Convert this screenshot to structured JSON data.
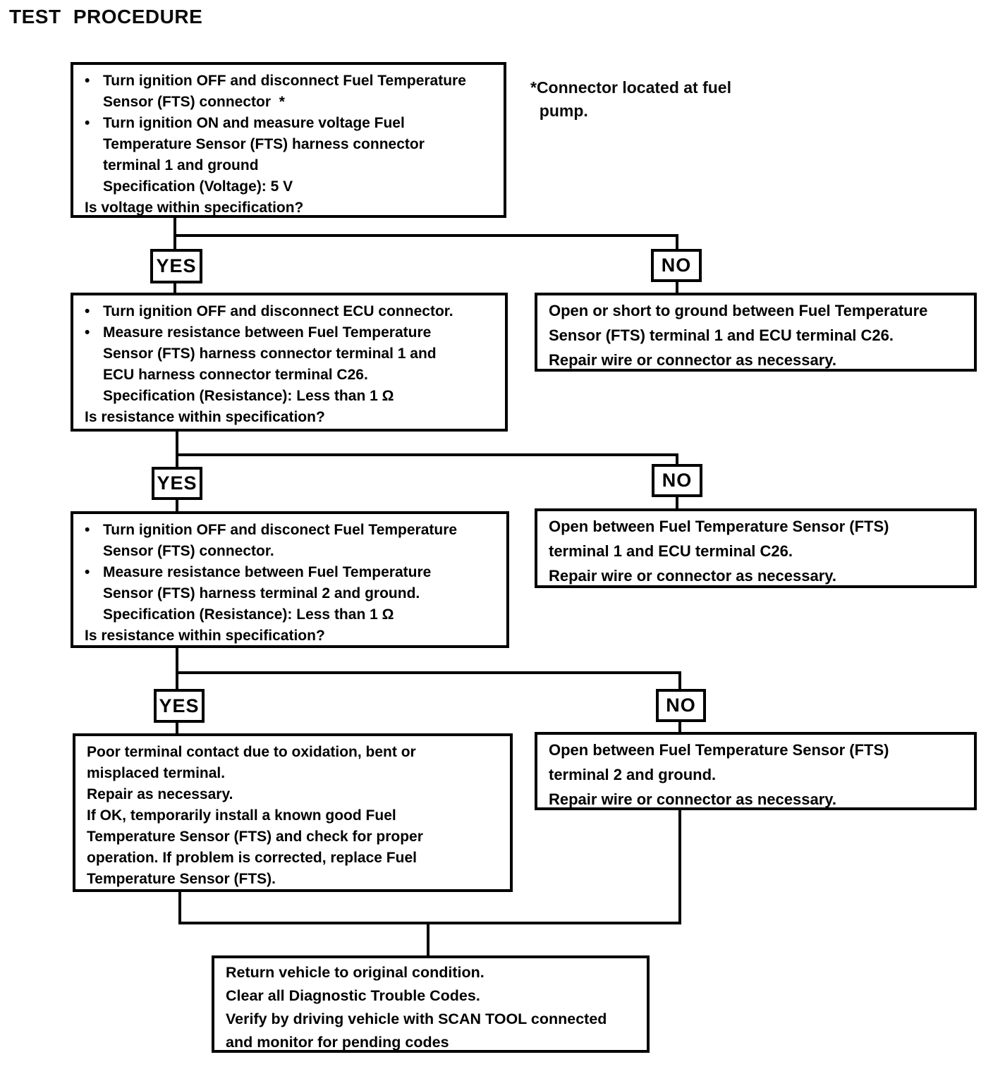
{
  "title": "TEST PROCEDURE",
  "note_lines": [
    "*Connector located at fuel",
    "  pump."
  ],
  "branch_labels": {
    "yes": "YES",
    "no": "NO"
  },
  "glyphs": {
    "bullet": "•"
  },
  "colors": {
    "ink": "#000000",
    "paper": "#ffffff"
  },
  "flow": {
    "step1": {
      "bullets": [
        [
          "Turn ignition OFF and disconnect Fuel Temperature",
          "Sensor (FTS) connector  *"
        ],
        [
          "Turn ignition ON and measure voltage Fuel",
          "Temperature Sensor (FTS) harness connector",
          "terminal 1 and ground"
        ]
      ],
      "spec": "Specification (Voltage): 5 V",
      "question": "Is voltage within specification?"
    },
    "step2": {
      "bullets": [
        [
          "Turn ignition OFF and disconnect ECU connector."
        ],
        [
          "Measure resistance between Fuel Temperature",
          "Sensor (FTS) harness connector terminal 1 and",
          "ECU harness connector terminal C26."
        ]
      ],
      "spec": "Specification (Resistance): Less than 1 Ω",
      "question": "Is resistance within specification?"
    },
    "step3": {
      "bullets": [
        [
          "Turn ignition OFF and disconect Fuel Temperature",
          "Sensor (FTS) connector."
        ],
        [
          "Measure resistance between Fuel Temperature",
          "Sensor (FTS) harness terminal 2 and ground."
        ]
      ],
      "spec": "Specification (Resistance): Less than 1 Ω",
      "question": "Is resistance within specification?"
    },
    "result_no1": [
      "Open or short to ground between Fuel Temperature",
      "Sensor (FTS) terminal 1 and ECU terminal C26.",
      "Repair wire or connector as necessary."
    ],
    "result_no2": [
      "Open between Fuel Temperature Sensor (FTS)",
      "terminal 1 and ECU terminal C26.",
      "Repair wire or connector as necessary."
    ],
    "result_no3": [
      "Open between Fuel Temperature Sensor (FTS)",
      "terminal 2 and ground.",
      "Repair wire or connector as necessary."
    ],
    "result_yes3": [
      "Poor terminal contact due to oxidation, bent or",
      "misplaced terminal.",
      "Repair as necessary.",
      "If OK, temporarily install a known good Fuel",
      "Temperature Sensor (FTS) and check for proper",
      "operation. If problem is corrected, replace Fuel",
      "Temperature Sensor (FTS)."
    ],
    "final_box": [
      "Return vehicle to original condition.",
      "Clear all Diagnostic Trouble Codes.",
      "Verify by driving vehicle with SCAN TOOL connected",
      "and monitor for pending codes"
    ]
  }
}
